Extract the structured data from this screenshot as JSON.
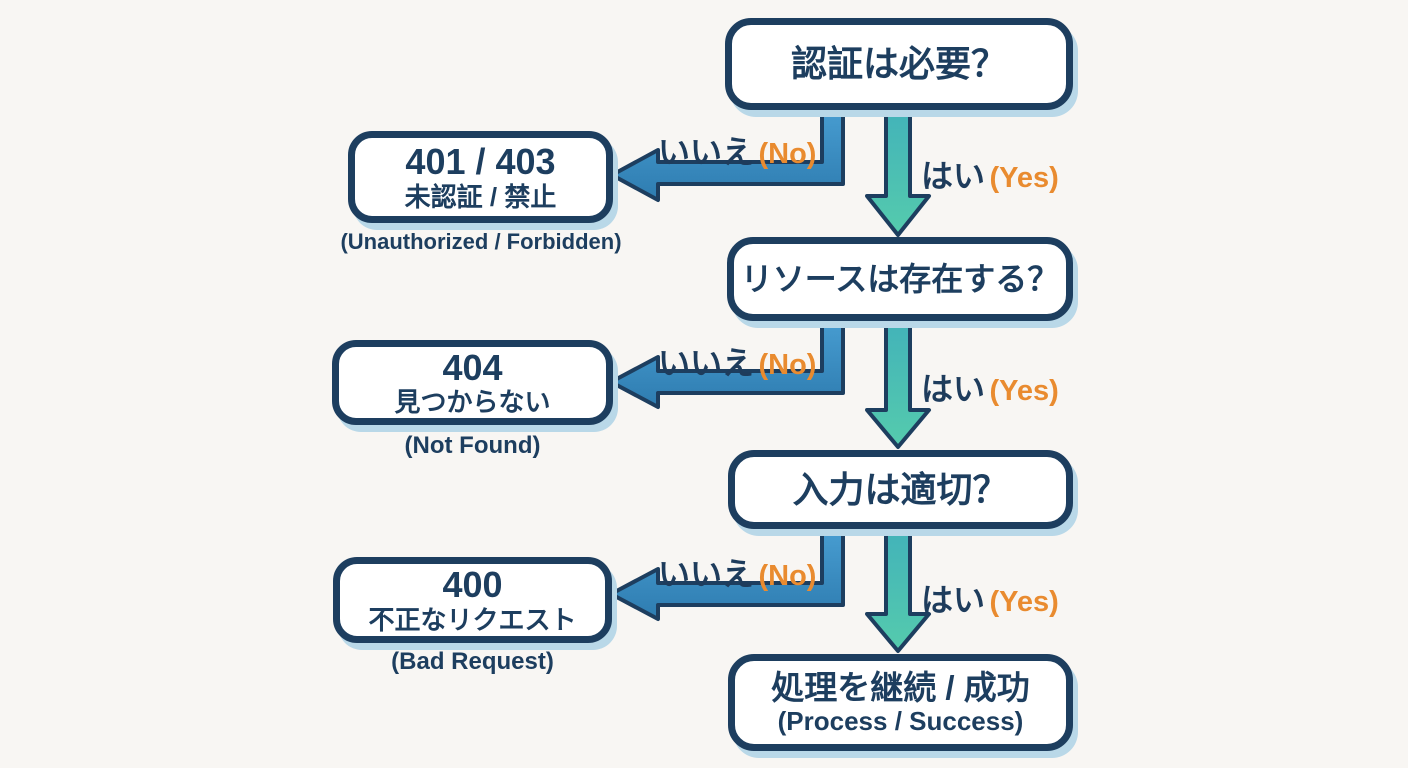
{
  "colors": {
    "navy": "#1d3e5f",
    "blue_arrow": "#3b8cc4",
    "teal_arrow": "#4cc4b2",
    "orange_label": "#e98b2f",
    "box_shadow": "#b9d8e8",
    "background": "#f8f6f3",
    "box_fill": "#ffffff"
  },
  "nodes": {
    "decision_auth": {
      "label": "認証は必要？"
    },
    "result_401_403": {
      "code": "401 / 403",
      "label": "未認証 / 禁止",
      "caption": "(Unauthorized / Forbidden)"
    },
    "decision_resource": {
      "label": "リソースは存在する？"
    },
    "result_404": {
      "code": "404",
      "label": "見つからない",
      "caption": "(Not Found)"
    },
    "decision_input": {
      "label": "入力は適切？"
    },
    "result_400": {
      "code": "400",
      "label": "不正なリクエスト",
      "caption": "(Bad Request)"
    },
    "result_success": {
      "label": "処理を継続 / 成功",
      "caption": "(Process / Success)"
    }
  },
  "edges": [
    {
      "no_jp": "いいえ",
      "no_en": "(No)",
      "yes_jp": "はい",
      "yes_en": "(Yes)"
    },
    {
      "no_jp": "いいえ",
      "no_en": "(No)",
      "yes_jp": "はい",
      "yes_en": "(Yes)"
    },
    {
      "no_jp": "いいえ",
      "no_en": "(No)",
      "yes_jp": "はい",
      "yes_en": "(Yes)"
    }
  ]
}
